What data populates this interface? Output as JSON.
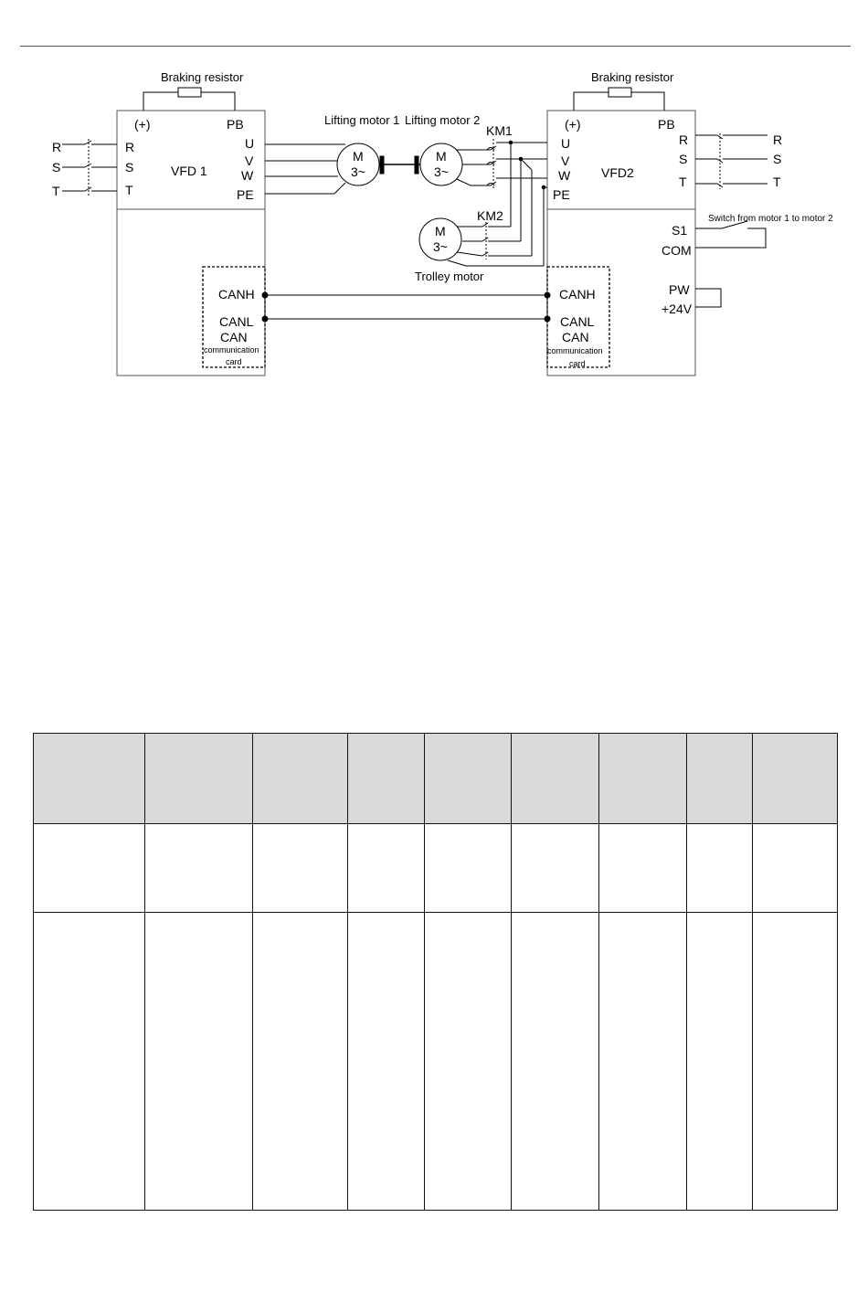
{
  "vfd1": {
    "name": "VFD 1",
    "braking_resistor": "Braking resistor",
    "plus": "(+)",
    "pb": "PB",
    "inputs": [
      "R",
      "S",
      "T"
    ],
    "outputs": [
      "U",
      "V",
      "W",
      "PE"
    ],
    "can": {
      "canh": "CANH",
      "canl": "CANL",
      "can": "CAN",
      "card_line1": "communication",
      "card_line2": "card"
    }
  },
  "vfd2": {
    "name": "VFD2",
    "braking_resistor": "Braking resistor",
    "plus": "(+)",
    "pb": "PB",
    "inputs": [
      "R",
      "S",
      "T"
    ],
    "outputs": [
      "U",
      "V",
      "W",
      "PE"
    ],
    "s1": "S1",
    "com": "COM",
    "pw": "PW",
    "v24": "+24V",
    "can": {
      "canh": "CANH",
      "canl": "CANL",
      "can": "CAN",
      "card_line1": "communication",
      "card_line2": "card"
    }
  },
  "supply_left": [
    "R",
    "S",
    "T"
  ],
  "supply_right": [
    "R",
    "S",
    "T"
  ],
  "motors": {
    "lifting1": "Lifting motor 1",
    "lifting2": "Lifting motor 2",
    "trolley": "Trolley motor",
    "symbol_m": "M",
    "symbol_phase": "3~"
  },
  "contactors": {
    "km1": "KM1",
    "km2": "KM2"
  },
  "switch_label": "Switch from motor 1 to motor 2",
  "table": {
    "columns": 9,
    "rows": 2
  }
}
